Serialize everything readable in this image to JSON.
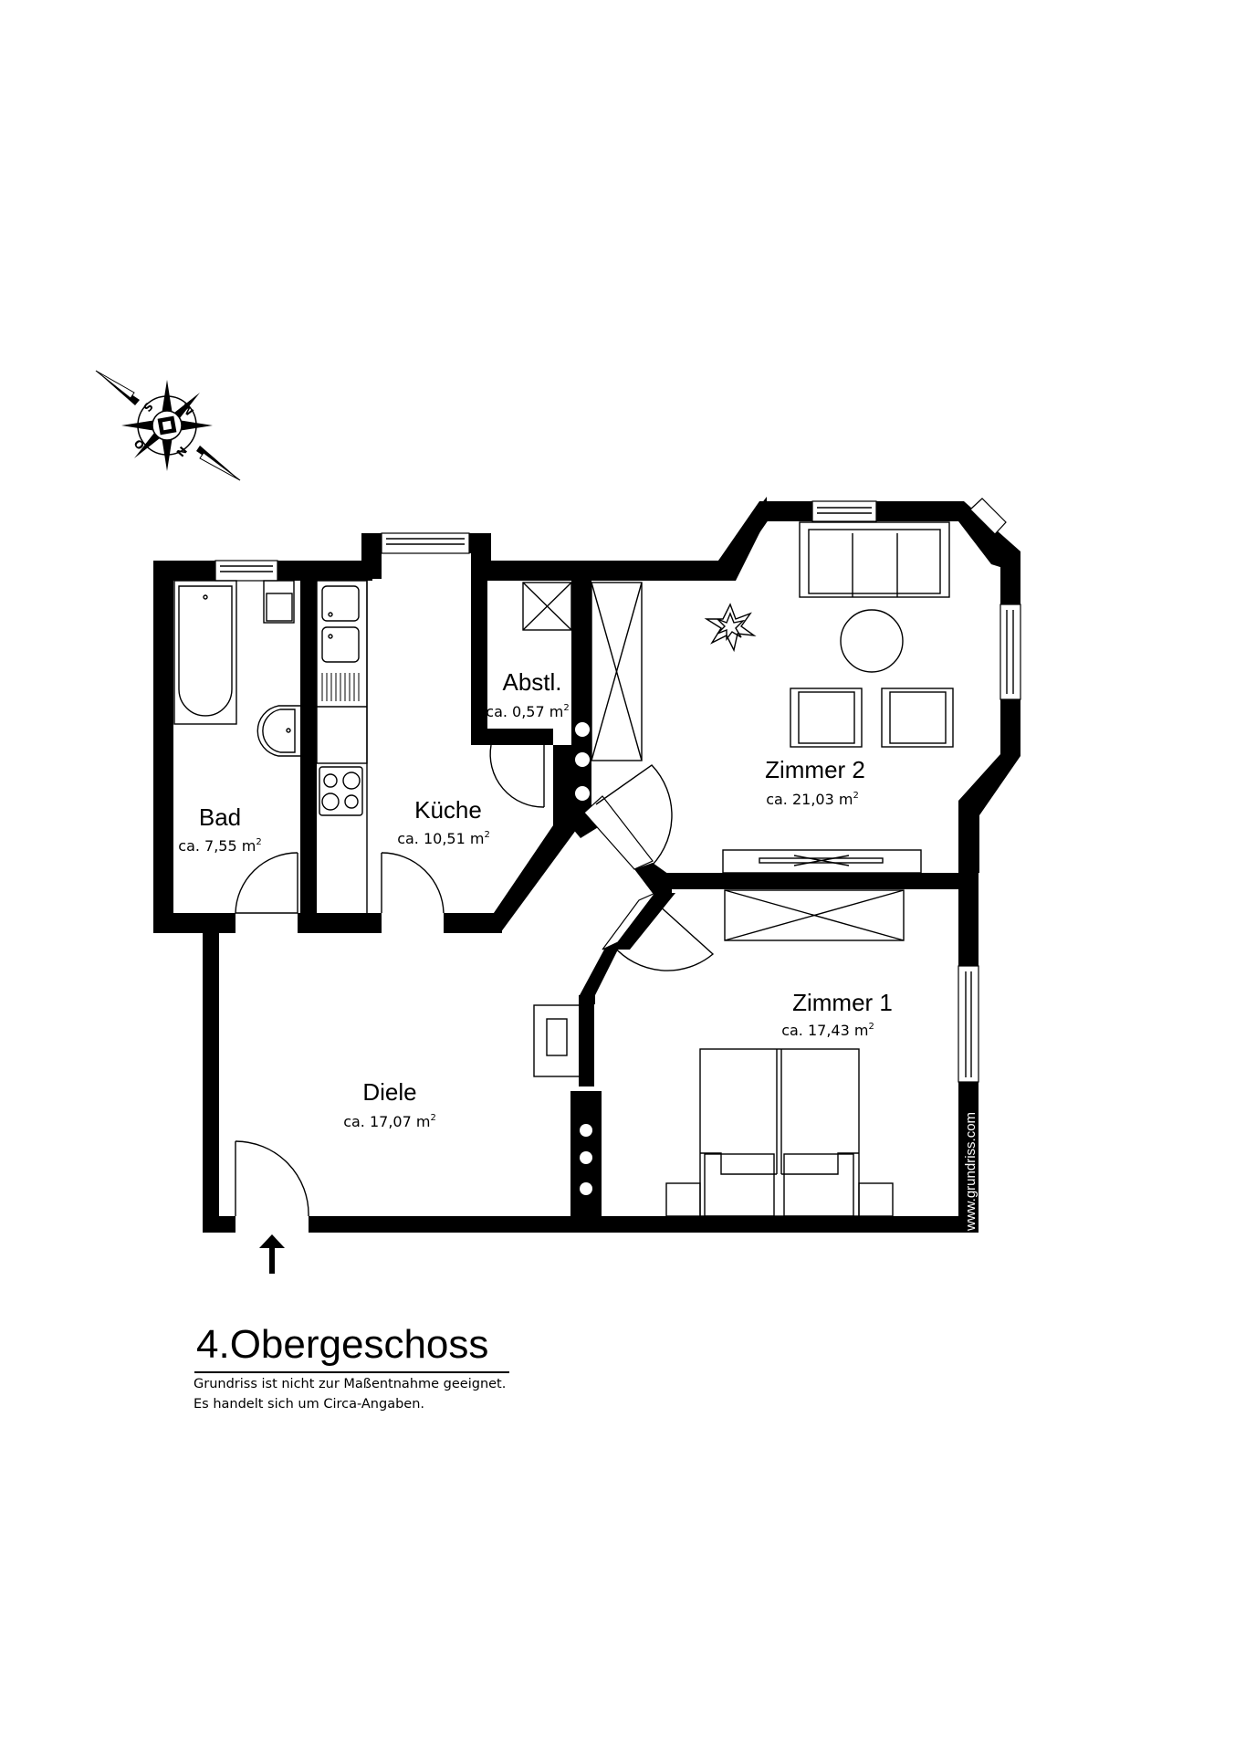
{
  "floor_title": "4.Obergeschoss",
  "disclaimer": {
    "line1": "Grundriss ist nicht zur Maßentnahme geeignet.",
    "line2": "Es handelt sich um Circa-Angaben."
  },
  "compass": {
    "icon": "compass-rose-icon",
    "labels": [
      "S",
      "W",
      "N",
      "O"
    ]
  },
  "watermark": "www.grundriss.com",
  "entrance_marker": "entrance-arrow-icon",
  "rooms": {
    "bad": {
      "name": "Bad",
      "area": "ca. 7,55 m",
      "sup": "2"
    },
    "kueche": {
      "name": "Küche",
      "area": "ca. 10,51 m",
      "sup": "2"
    },
    "abstl": {
      "name": "Abstl.",
      "area": "ca. 0,57 m",
      "sup": "2"
    },
    "zimmer2": {
      "name": "Zimmer 2",
      "area": "ca. 21,03 m",
      "sup": "2"
    },
    "zimmer1": {
      "name": "Zimmer 1",
      "area": "ca. 17,43 m",
      "sup": "2"
    },
    "diele": {
      "name": "Diele",
      "area": "ca. 17,07 m",
      "sup": "2"
    }
  },
  "colors": {
    "wall": "#000000",
    "background": "#ffffff"
  }
}
